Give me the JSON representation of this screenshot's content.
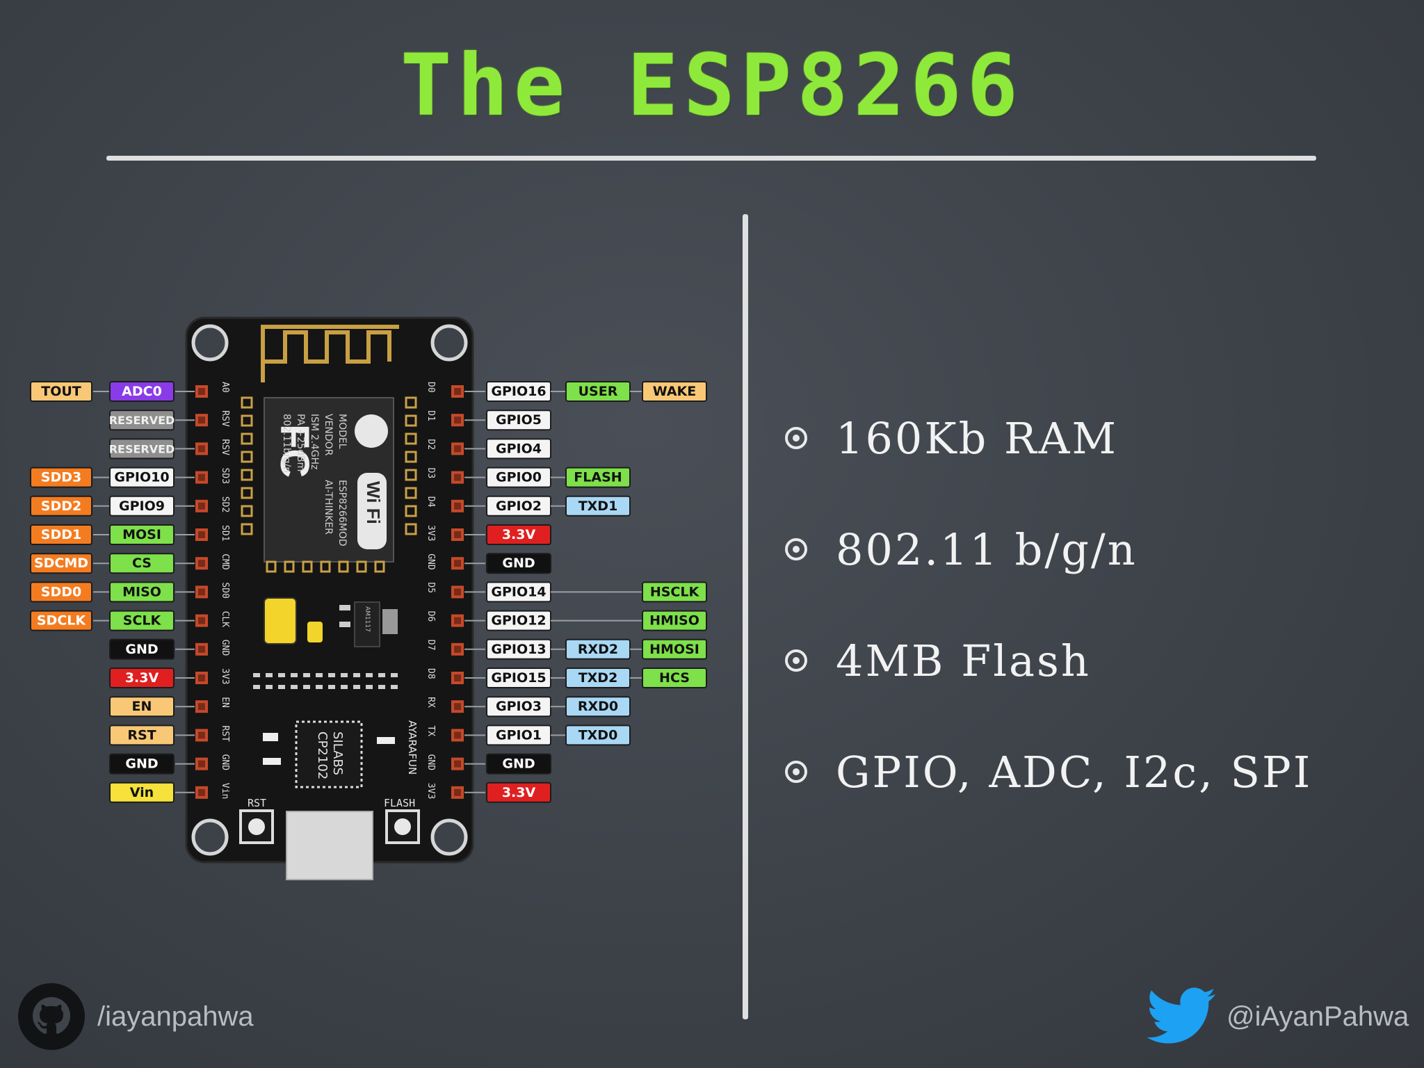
{
  "title": "The ESP8266",
  "bullets": [
    "160Kb RAM",
    "802.11 b/g/n",
    "4MB Flash",
    "GPIO, ADC, I2c, SPI"
  ],
  "footer": {
    "github_handle": "/iayanpahwa",
    "twitter_handle": "@iAyanPahwa"
  },
  "colors": {
    "title": "#8fe93a",
    "orange": "#f47c20",
    "purple": "#8a3be8",
    "green": "#7ee04a",
    "lightblue": "#a9d8f5",
    "red": "#e02020",
    "black": "#111111",
    "yellow": "#f6e23a",
    "white": "#f4f4f4",
    "gray": "#8e8e8e",
    "peach": "#f8c877"
  },
  "board": {
    "antenna_color": "#c8a043",
    "module_label": [
      "MODEL",
      "VENDOR",
      "ISM 2.4GHz",
      "PA +25dBm",
      "802.11b/g/n"
    ],
    "module_values": [
      "ESP8266MOD",
      "AI-THINKER"
    ],
    "fc_mark": "FC",
    "wifi_mark": "Wi Fi",
    "usb_chip": [
      "SILABS",
      "CP2102"
    ],
    "regulator": "AM1117",
    "brand": "AYARAFUN",
    "button_left": "RST",
    "button_right": "FLASH",
    "left_header": [
      "A0",
      "RSV",
      "RSV",
      "SD3",
      "SD2",
      "SD1",
      "CMD",
      "SD0",
      "CLK",
      "GND",
      "3V3",
      "EN",
      "RST",
      "GND",
      "Vin"
    ],
    "right_header": [
      "D0",
      "D1",
      "D2",
      "D3",
      "D4",
      "3V3",
      "GND",
      "D5",
      "D6",
      "D7",
      "D8",
      "RX",
      "TX",
      "GND",
      "3V3"
    ]
  },
  "left_pins": [
    {
      "inner": {
        "text": "ADC0",
        "color": "purple"
      },
      "outer": {
        "text": "TOUT",
        "color": "peach"
      }
    },
    {
      "inner": {
        "text": "RESERVED",
        "color": "gray"
      }
    },
    {
      "inner": {
        "text": "RESERVED",
        "color": "gray"
      }
    },
    {
      "inner": {
        "text": "GPIO10",
        "color": "white"
      },
      "outer": {
        "text": "SDD3",
        "color": "orange"
      }
    },
    {
      "inner": {
        "text": "GPIO9",
        "color": "white"
      },
      "outer": {
        "text": "SDD2",
        "color": "orange"
      }
    },
    {
      "inner": {
        "text": "MOSI",
        "color": "green"
      },
      "outer": {
        "text": "SDD1",
        "color": "orange"
      }
    },
    {
      "inner": {
        "text": "CS",
        "color": "green"
      },
      "outer": {
        "text": "SDCMD",
        "color": "orange"
      }
    },
    {
      "inner": {
        "text": "MISO",
        "color": "green"
      },
      "outer": {
        "text": "SDD0",
        "color": "orange"
      }
    },
    {
      "inner": {
        "text": "SCLK",
        "color": "green"
      },
      "outer": {
        "text": "SDCLK",
        "color": "orange"
      }
    },
    {
      "inner": {
        "text": "GND",
        "color": "black"
      }
    },
    {
      "inner": {
        "text": "3.3V",
        "color": "red"
      }
    },
    {
      "inner": {
        "text": "EN",
        "color": "peach"
      }
    },
    {
      "inner": {
        "text": "RST",
        "color": "peach"
      }
    },
    {
      "inner": {
        "text": "GND",
        "color": "black"
      }
    },
    {
      "inner": {
        "text": "Vin",
        "color": "yellow"
      }
    }
  ],
  "right_pins": [
    {
      "labels": [
        {
          "text": "GPIO16",
          "color": "white"
        },
        {
          "text": "USER",
          "color": "green"
        },
        {
          "text": "WAKE",
          "color": "peach"
        }
      ]
    },
    {
      "labels": [
        {
          "text": "GPIO5",
          "color": "white"
        }
      ]
    },
    {
      "labels": [
        {
          "text": "GPIO4",
          "color": "white"
        }
      ]
    },
    {
      "labels": [
        {
          "text": "GPIO0",
          "color": "white"
        },
        {
          "text": "FLASH",
          "color": "green"
        }
      ]
    },
    {
      "labels": [
        {
          "text": "GPIO2",
          "color": "white"
        },
        {
          "text": "TXD1",
          "color": "lightblue"
        }
      ]
    },
    {
      "labels": [
        {
          "text": "3.3V",
          "color": "red"
        }
      ]
    },
    {
      "labels": [
        {
          "text": "GND",
          "color": "black"
        }
      ]
    },
    {
      "labels": [
        {
          "text": "GPIO14",
          "color": "white"
        },
        null,
        {
          "text": "HSCLK",
          "color": "green"
        }
      ]
    },
    {
      "labels": [
        {
          "text": "GPIO12",
          "color": "white"
        },
        null,
        {
          "text": "HMISO",
          "color": "green"
        }
      ]
    },
    {
      "labels": [
        {
          "text": "GPIO13",
          "color": "white"
        },
        {
          "text": "RXD2",
          "color": "lightblue"
        },
        {
          "text": "HMOSI",
          "color": "green"
        }
      ]
    },
    {
      "labels": [
        {
          "text": "GPIO15",
          "color": "white"
        },
        {
          "text": "TXD2",
          "color": "lightblue"
        },
        {
          "text": "HCS",
          "color": "green"
        }
      ]
    },
    {
      "labels": [
        {
          "text": "GPIO3",
          "color": "white"
        },
        {
          "text": "RXD0",
          "color": "lightblue"
        }
      ]
    },
    {
      "labels": [
        {
          "text": "GPIO1",
          "color": "white"
        },
        {
          "text": "TXD0",
          "color": "lightblue"
        }
      ]
    },
    {
      "labels": [
        {
          "text": "GND",
          "color": "black"
        }
      ]
    },
    {
      "labels": [
        {
          "text": "3.3V",
          "color": "red"
        }
      ]
    }
  ]
}
